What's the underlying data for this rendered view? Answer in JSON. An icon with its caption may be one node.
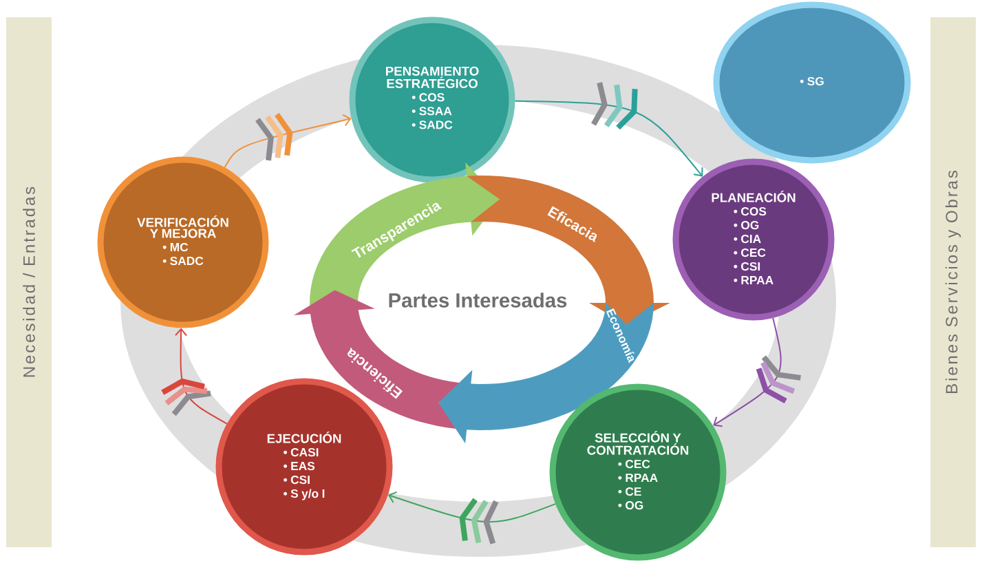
{
  "diagram": {
    "nodes": [
      {
        "text": [
          "Necesidad / Entradas"
        ]
      },
      {
        "text": [
          "PENSAMIENTO ESTRATÉGICO",
          "• COS",
          "• SSAA",
          "• SADC"
        ]
      },
      {
        "text": [
          "• SG"
        ]
      },
      {
        "text": [
          "PLANEACIÓN",
          "• COS",
          "• OG",
          "• CIA",
          "• CEC",
          "• CSI",
          "• RPAA"
        ]
      },
      {
        "text": [
          "VERIFICACIÓN Y MEJORA",
          "• MC",
          "• SADC"
        ]
      },
      {
        "text": [
          "Transparencia"
        ]
      },
      {
        "text": [
          "Eficacia"
        ]
      },
      {
        "text": [
          "Partes Interesadas"
        ]
      },
      {
        "text": [
          "Eficiencia"
        ]
      },
      {
        "text": [
          "Economía"
        ]
      },
      {
        "text": [
          "EJECUCIÓN",
          "• CASI",
          "• EAS",
          "• CSI",
          "• S y/o I"
        ]
      },
      {
        "text": [
          "SELECCIÓN Y CONTRATACIÓN",
          "• CEC",
          "• RPAA",
          "• CE",
          "• OG"
        ]
      },
      {
        "text": [
          "Bienes Servicios y Obras"
        ]
      }
    ],
    "edges": [
      {
        "from": 4,
        "to": 1,
        "arrow": "to",
        "color": "#f0913a"
      },
      {
        "from": 1,
        "to": 3,
        "arrow": "to",
        "color": "#2aa198"
      },
      {
        "from": 3,
        "to": 11,
        "arrow": "to",
        "color": "#8e4fa5"
      },
      {
        "from": 11,
        "to": 10,
        "arrow": "to",
        "color": "#3ea55e"
      },
      {
        "from": 10,
        "to": 4,
        "arrow": "to",
        "color": "#d9463e"
      }
    ]
  }
}
